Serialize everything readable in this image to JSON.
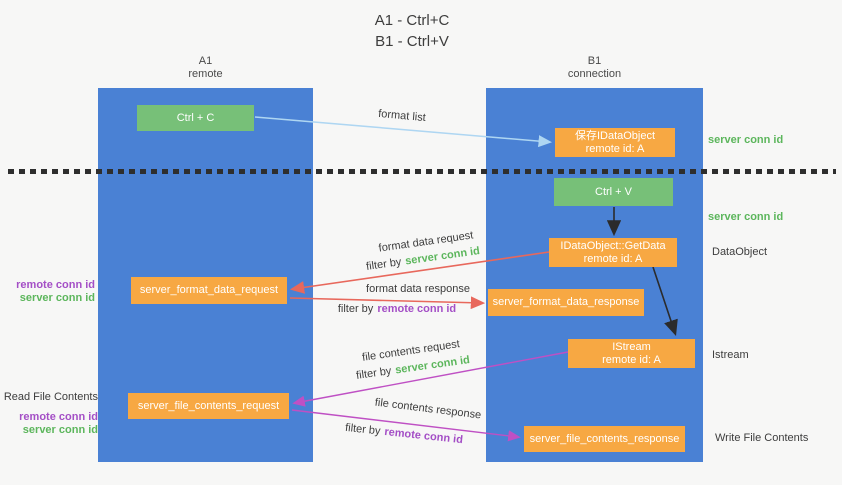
{
  "title": {
    "line1": "A1 - Ctrl+C",
    "line2": "B1 - Ctrl+V"
  },
  "lanes": {
    "left": {
      "name": "A1",
      "role": "remote"
    },
    "right": {
      "name": "B1",
      "role": "connection"
    }
  },
  "nodes": {
    "ctrl_c": {
      "label": "Ctrl + C"
    },
    "save_idataobject": {
      "line1": "保存IDataObject",
      "line2": "remote id: A"
    },
    "ctrl_v": {
      "label": "Ctrl + V"
    },
    "getdata": {
      "line1": "IDataObject::GetData",
      "line2": "remote id: A"
    },
    "format_request": {
      "label": "server_format_data_request"
    },
    "format_response": {
      "label": "server_format_data_response"
    },
    "istream": {
      "line1": "IStream",
      "line2": "remote id: A"
    },
    "file_request": {
      "label": "server_file_contents_request"
    },
    "file_response": {
      "label": "server_file_contents_response"
    }
  },
  "edges": {
    "format_list": {
      "label": "format list"
    },
    "format_data_request": {
      "label": "format data request",
      "filter_prefix": "filter by",
      "filter_value": "server conn id"
    },
    "format_data_response": {
      "label": "format data response",
      "filter_prefix": "filter by",
      "filter_value": "remote conn id"
    },
    "file_contents_request": {
      "label": "file contents request",
      "filter_prefix": "filter by",
      "filter_value": "server conn id"
    },
    "file_contents_response": {
      "label": "file contents response",
      "filter_prefix": "filter by",
      "filter_value": "remote conn id"
    }
  },
  "annotations": {
    "server_conn_id_top": "server conn id",
    "server_conn_id_mid": "server conn id",
    "dataobject": "DataObject",
    "istream": "Istream",
    "write_file_contents": "Write File Contents",
    "read_file_contents": "Read File Contents",
    "remote_conn_id_1": "remote conn id",
    "server_conn_id_1": "server conn id",
    "remote_conn_id_2": "remote conn id",
    "server_conn_id_2": "server conn id"
  },
  "colors": {
    "lane_blue": "#4a81d4",
    "box_green": "#77c078",
    "box_orange": "#f7a843",
    "text_green": "#5cb65c",
    "text_purple": "#a44fc6",
    "arrow_red": "#e8685c",
    "arrow_magenta": "#bf50c4",
    "arrow_light_blue": "#aed6f2",
    "arrow_black": "#2b2b2b",
    "background": "#f7f7f6"
  }
}
